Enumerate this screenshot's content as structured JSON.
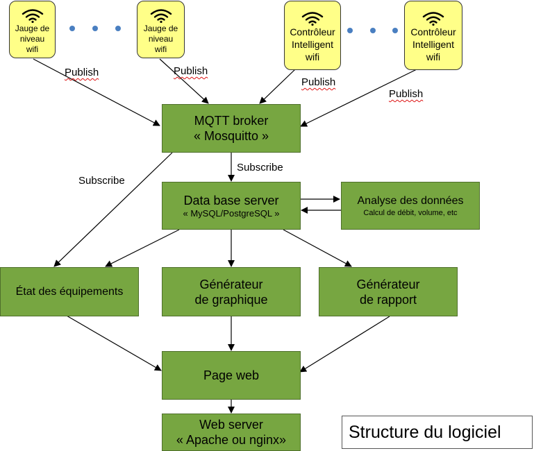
{
  "devices": {
    "gauge_1": [
      "Jauge de",
      "niveau",
      "wifi"
    ],
    "gauge_2": [
      "Jauge de",
      "niveau",
      "wifi"
    ],
    "controller_1": [
      "Contrôleur",
      "Intelligent",
      "wifi"
    ],
    "controller_2": [
      "Contrôleur",
      "Intelligent",
      "wifi"
    ]
  },
  "edges": {
    "publish": "Publish",
    "subscribe": "Subscribe"
  },
  "nodes": {
    "mqtt": {
      "title": "MQTT broker",
      "subtitle": "« Mosquitto »"
    },
    "database": {
      "title": "Data base server",
      "subtitle": "« MySQL/PostgreSQL »"
    },
    "analysis": {
      "title": "Analyse des données",
      "subtitle": "Calcul de débit, volume, etc"
    },
    "equipment_state": {
      "title": "État des équipements"
    },
    "graph_generator": {
      "line1": "Générateur",
      "line2": "de graphique"
    },
    "report_generator": {
      "line1": "Générateur",
      "line2": "de rapport"
    },
    "webpage": {
      "title": "Page web"
    },
    "webserver": {
      "title": "Web server",
      "subtitle": "« Apache ou nginx»"
    }
  },
  "caption": "Structure du logiciel",
  "colors": {
    "device_fill": "#ffff88",
    "node_fill": "#77a641",
    "node_border": "#4e6e2b",
    "ellipsis_dots": "#4a7fc1",
    "spellcheck_underline": "#dd1111"
  },
  "icons": {
    "device": "wifi-icon"
  }
}
